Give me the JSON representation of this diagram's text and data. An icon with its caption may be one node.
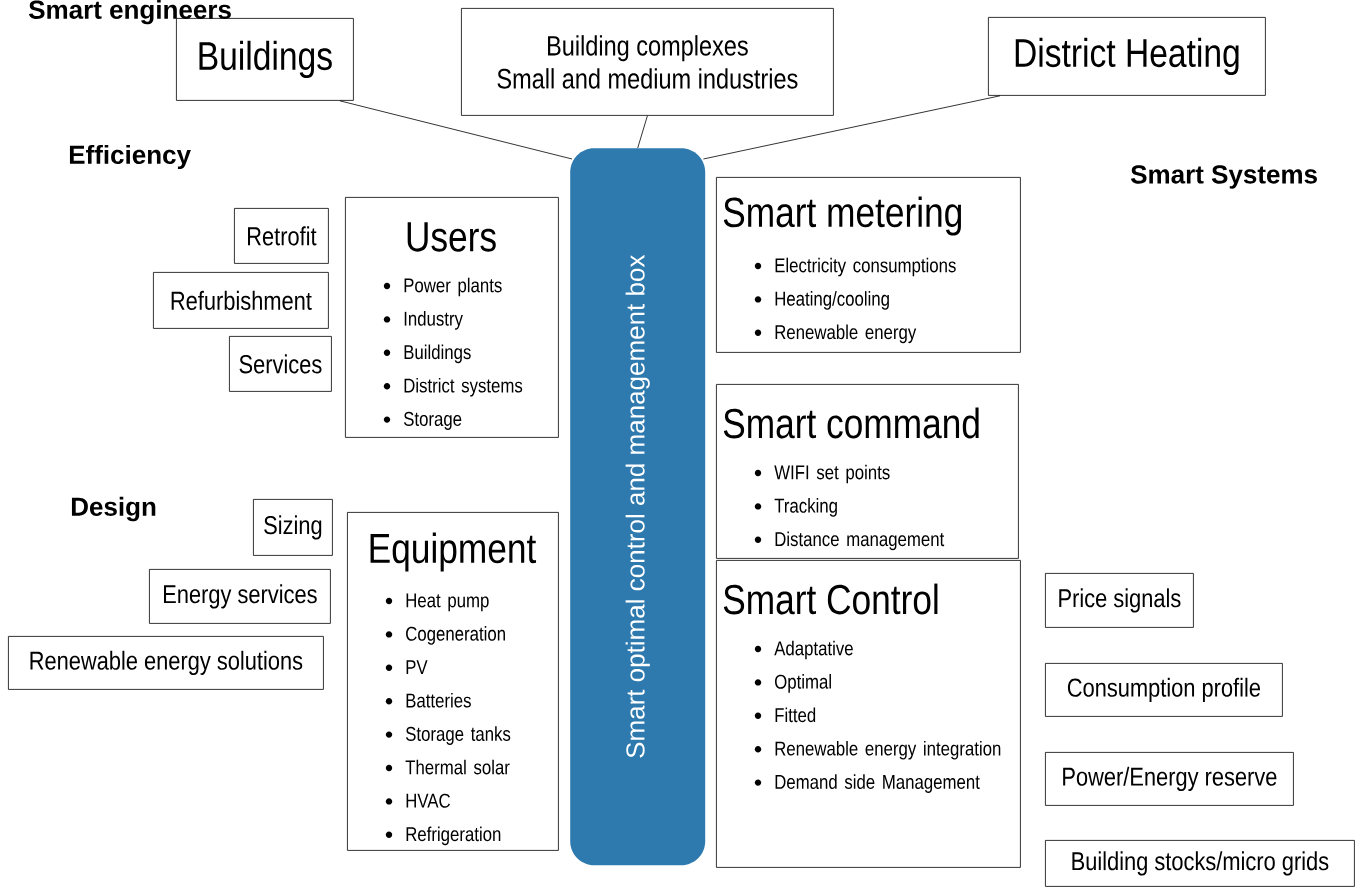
{
  "diagram": {
    "nodes": [
      {
        "text": [
          "Buildings"
        ]
      },
      {
        "text": [
          "Building complexes",
          "Small and medium industries"
        ]
      },
      {
        "text": [
          "District Heating"
        ]
      },
      {
        "text": [
          "Smart optimal control and management box"
        ]
      },
      {
        "text": [
          "Retrofit"
        ]
      },
      {
        "text": [
          "Refurbishment"
        ]
      },
      {
        "text": [
          "Services"
        ]
      },
      {
        "text": [
          "Users",
          "Power plants",
          "Industry",
          "Buildings",
          "District systems",
          "Storage"
        ]
      },
      {
        "text": [
          "Smart metering",
          "Electricity consumptions",
          "Heating/cooling",
          "Renewable energy"
        ]
      },
      {
        "text": [
          "Sizing"
        ]
      },
      {
        "text": [
          "Energy services"
        ]
      },
      {
        "text": [
          "Renewable energy solutions"
        ]
      },
      {
        "text": [
          "Equipment",
          "Heat pump",
          "Cogeneration",
          "PV",
          "Batteries",
          "Storage tanks",
          "Thermal solar",
          "HVAC",
          "Refrigeration"
        ]
      },
      {
        "text": [
          "Smart command",
          "WIFI set points",
          "Tracking",
          "Distance management"
        ]
      },
      {
        "text": [
          "Smart Control",
          "Adaptative",
          "Optimal",
          "Fitted",
          "Renewable energy integration",
          "Demand side Management"
        ]
      },
      {
        "text": [
          "Price signals"
        ]
      },
      {
        "text": [
          "Consumption profile"
        ]
      },
      {
        "text": [
          "Power/Energy reserve"
        ]
      },
      {
        "text": [
          "Building stocks/micro grids"
        ]
      }
    ],
    "edges": [
      {
        "from": 0,
        "to": 3,
        "arrow": "none"
      },
      {
        "from": 1,
        "to": 3,
        "arrow": "none"
      },
      {
        "from": 2,
        "to": 3,
        "arrow": "none"
      }
    ],
    "labels": [
      "Smart engineers",
      "Efficiency",
      "Smart Systems",
      "Design"
    ]
  }
}
